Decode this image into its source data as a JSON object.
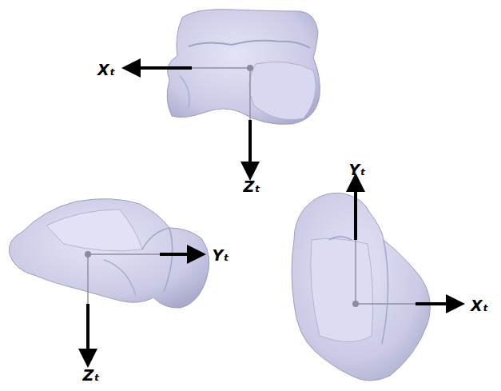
{
  "diagram": {
    "labels": [
      "Xₜ",
      "Zₜ",
      "Yₜ",
      "Zₜ",
      "Yₜ",
      "Xₜ"
    ]
  }
}
